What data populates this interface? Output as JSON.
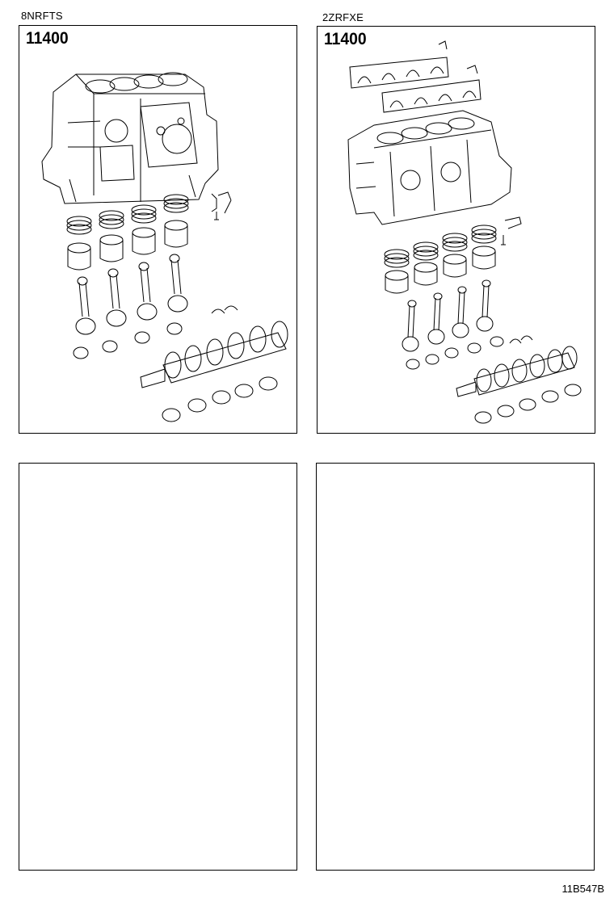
{
  "panels": [
    {
      "engine": "8NRFTS",
      "part_number": "11400"
    },
    {
      "engine": "2ZRFXE",
      "part_number": "11400"
    }
  ],
  "empty_panels": 2,
  "drawing_id": "11B547B"
}
